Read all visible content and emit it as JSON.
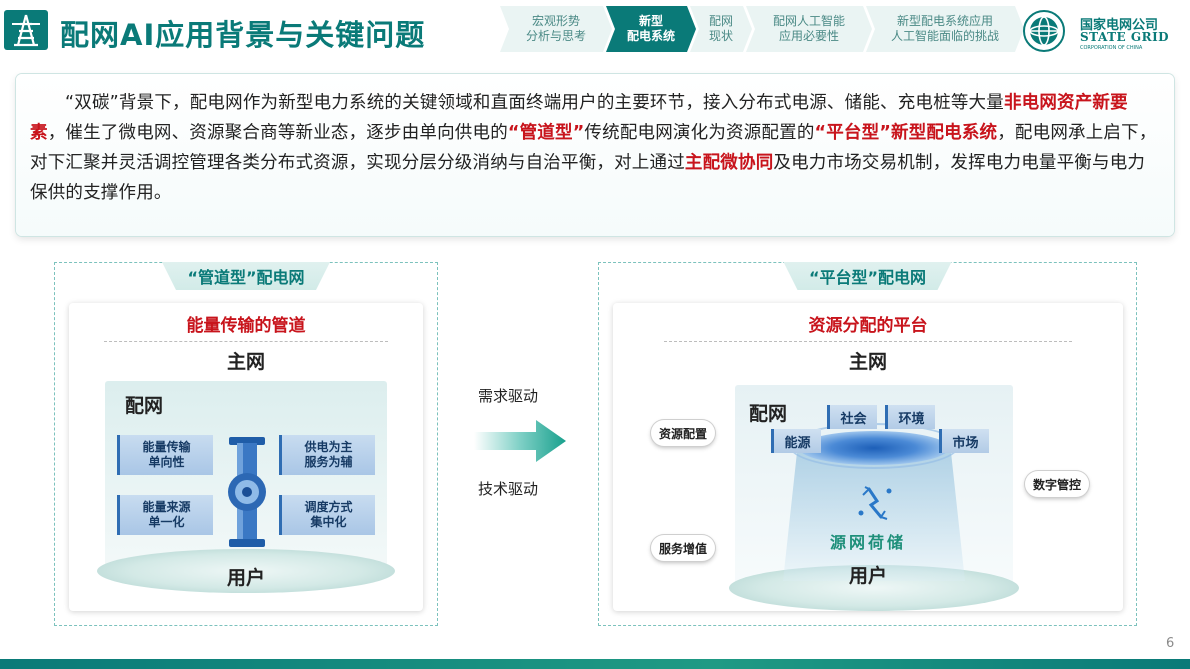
{
  "header": {
    "title": "配网AI应用背景与关键问题",
    "nav_tabs": [
      {
        "line1": "宏观形势",
        "line2": "分析与思考",
        "active": false
      },
      {
        "line1": "新型",
        "line2": "配电系统",
        "active": true
      },
      {
        "line1": "配网",
        "line2": "现状",
        "active": false
      },
      {
        "line1": "配网人工智能",
        "line2": "应用必要性",
        "active": false
      },
      {
        "line1": "新型配电系统应用",
        "line2": "人工智能面临的挑战",
        "active": false
      }
    ],
    "logo": {
      "cn": "国家电网公司",
      "en": "STATE GRID",
      "sub": "CORPORATION OF CHINA"
    }
  },
  "intro": {
    "s1": "“双碳”背景下，配电网作为新型电力系统的关键领域和直面终端用户的主要环节，接入分布式电源、储能、充电桩等大量",
    "h1": "非电网资产新要素",
    "s2": "，催生了微电网、资源聚合商等新业态，逐步由单向供电的",
    "h2": "“管道型”",
    "s3": "传统配电网演化为资源配置的",
    "h3": "“平台型”新型配电系统",
    "s4": "，配电网承上启下，对下汇聚并灵活调控管理各类分布式资源，实现分层分级消纳与自治平衡，对上通过",
    "h4": "主配微协同",
    "s5": "及电力市场交易机制，发挥电力电量平衡与电力保供的支撑作用。"
  },
  "left_panel": {
    "tag": "“管道型”配电网",
    "subtitle": "能量传输的管道",
    "top": "主网",
    "mid": "配网",
    "features": [
      {
        "line1": "能量传输",
        "line2": "单向性"
      },
      {
        "line1": "供电为主",
        "line2": "服务为辅"
      },
      {
        "line1": "能量来源",
        "line2": "单一化"
      },
      {
        "line1": "调度方式",
        "line2": "集中化"
      }
    ],
    "bottom": "用户"
  },
  "drive": {
    "top": "需求驱动",
    "bottom": "技术驱动"
  },
  "right_panel": {
    "tag": "“平台型”配电网",
    "subtitle": "资源分配的平台",
    "top": "主网",
    "mid": "配网",
    "chips": [
      "社会",
      "环境",
      "能源",
      "市场"
    ],
    "pills": [
      "资源配置",
      "服务增值",
      "数字管控"
    ],
    "core": "源网荷储",
    "bottom": "用户"
  },
  "page_number": "6",
  "colors": {
    "brand": "#0a7a78",
    "highlight": "#c8141c",
    "accent_green": "#1e8f7a"
  }
}
